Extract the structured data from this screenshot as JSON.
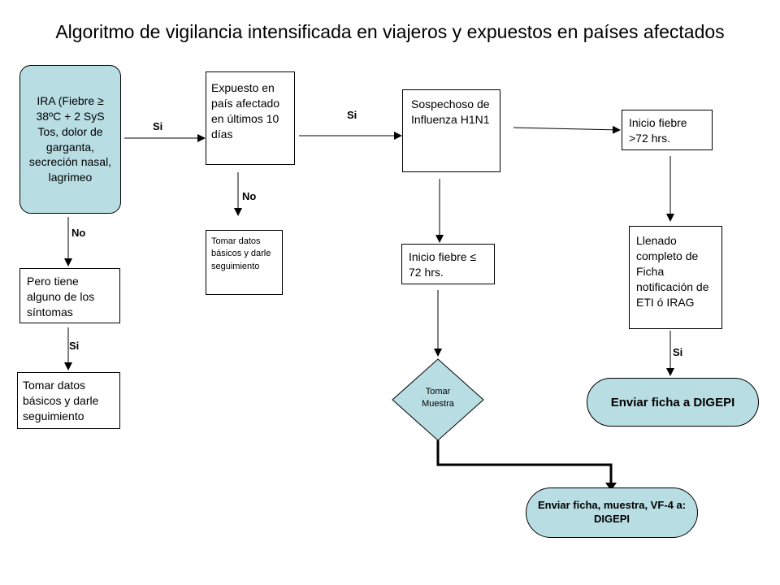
{
  "title": "Algoritmo de vigilancia intensificada en viajeros y expuestos en países afectados",
  "nodes": {
    "ira": "IRA (Fiebre ≥ 38ºC + 2 SyS  Tos, dolor de garganta, secreción nasal, lagrimeo",
    "expuesto": "Expuesto en país afectado en últimos 10 días",
    "sospechoso": "Sospechoso de Influenza H1N1",
    "inicio_fiebre_mayor": "Inicio fiebre >72 hrs.",
    "pero_tiene": "Pero tiene alguno de los síntomas",
    "tomar_datos_1": "Tomar datos básicos y darle seguimiento",
    "tomar_datos_2": "Tomar datos básicos y darle seguimiento",
    "inicio_fiebre_menor": "Inicio fiebre ≤ 72 hrs.",
    "llenado": "Llenado completo de Ficha notificación de ETI ó IRAG",
    "tomar_muestra": "Tomar Muestra",
    "enviar_digepi": "Enviar ficha a DIGEPI",
    "enviar_ficha_muestra": "Enviar ficha, muestra, VF-4 a: DIGEPI"
  },
  "labels": {
    "si_1": "Si",
    "si_2": "Si",
    "no_1": "No",
    "no_2": "No",
    "si_3": "Si",
    "si_4": "Si"
  },
  "colors": {
    "node_fill": "#b8dde3",
    "line": "#000000"
  }
}
